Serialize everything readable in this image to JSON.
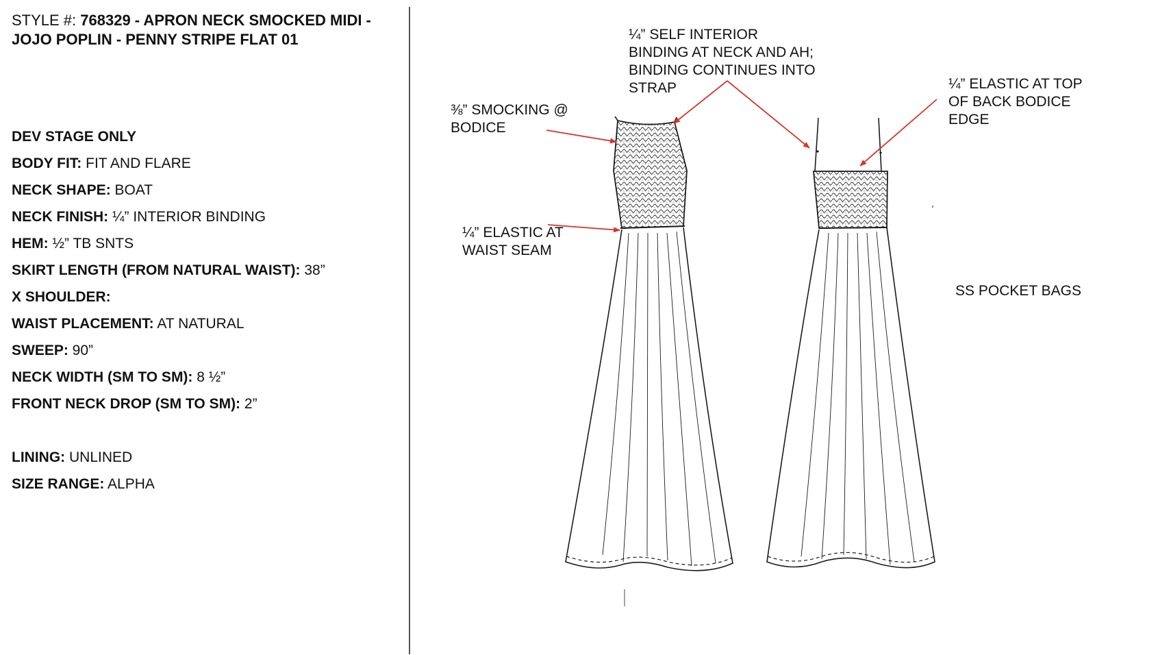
{
  "header": {
    "style_prefix": "STYLE #: ",
    "style_title": "768329 - APRON NECK SMOCKED MIDI - JOJO POPLIN - PENNY STRIPE FLAT 01"
  },
  "specs": [
    {
      "label": "DEV STAGE ONLY",
      "value": ""
    },
    {
      "label": "BODY FIT:",
      "value": " FIT AND FLARE"
    },
    {
      "label": "NECK SHAPE:",
      "value": " BOAT"
    },
    {
      "label": "NECK FINISH:",
      "value": " ¼” INTERIOR BINDING"
    },
    {
      "label": "HEM:",
      "value": " ½” TB SNTS"
    },
    {
      "label": "SKIRT LENGTH (FROM NATURAL WAIST):",
      "value": " 38”"
    },
    {
      "label": "X SHOULDER:",
      "value": ""
    },
    {
      "label": "WAIST PLACEMENT:",
      "value": " AT NATURAL"
    },
    {
      "label": "SWEEP:",
      "value": " 90”"
    },
    {
      "label": "NECK WIDTH (SM TO SM):",
      "value": " 8 ½”"
    },
    {
      "label": "FRONT NECK DROP (SM TO SM):",
      "value": " 2”"
    }
  ],
  "specs2": [
    {
      "label": "LINING:",
      "value": " UNLINED"
    },
    {
      "label": "SIZE RANGE:",
      "value": " ALPHA"
    }
  ],
  "notes": {
    "binding": [
      "¼” SELF INTERIOR",
      "BINDING AT NECK AND AH;",
      "BINDING CONTINUES INTO",
      "STRAP"
    ],
    "smocking": [
      "⅜” SMOCKING @",
      "BODICE"
    ],
    "elastic_back": [
      "¼” ELASTIC AT TOP",
      "OF BACK BODICE",
      "EDGE"
    ],
    "elastic_waist": [
      "¼” ELASTIC AT",
      "WAIST SEAM"
    ],
    "pocket": "SS POCKET BAGS"
  },
  "colors": {
    "arrow": "#d6342c",
    "sketch": "#1a1a1a"
  }
}
